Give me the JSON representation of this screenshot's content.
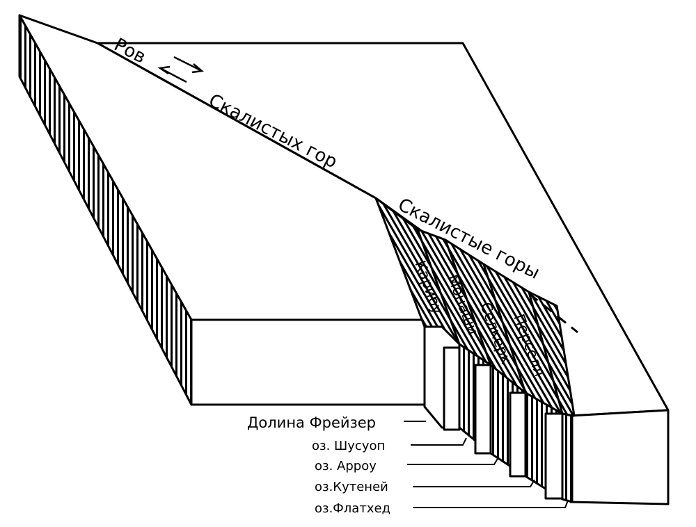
{
  "labels": {
    "trench_word": "Ров",
    "trench_name": "Скалистых гор",
    "mountains": "Скалистые горы",
    "ranges": [
      "Карибу",
      "Монаши",
      "Селкерк",
      "Перселл"
    ],
    "valleys": [
      "Долина Фрейзер",
      "оз. Шусуоп",
      "оз. Арроу",
      "оз.Кутеней",
      "оз.Флатхед"
    ]
  },
  "colors": {
    "ink": "#000000",
    "paper": "#ffffff"
  }
}
